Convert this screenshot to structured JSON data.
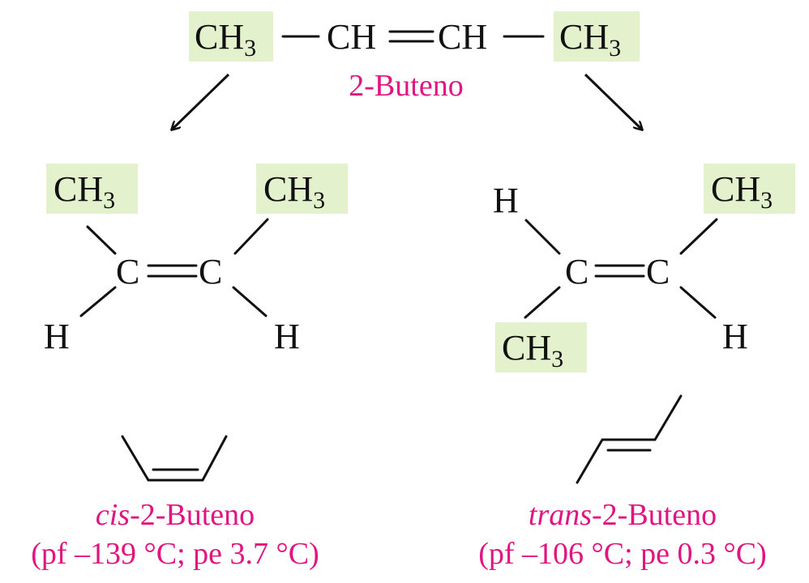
{
  "top": {
    "left_group": {
      "base": "CH",
      "sub": "3"
    },
    "ch1": "CH",
    "ch2": "CH",
    "right_group": {
      "base": "CH",
      "sub": "3"
    },
    "name": "2-Buteno"
  },
  "cis": {
    "upper_left": {
      "base": "CH",
      "sub": "3"
    },
    "upper_right": {
      "base": "CH",
      "sub": "3"
    },
    "c1": "C",
    "c2": "C",
    "lower_left": "H",
    "lower_right": "H",
    "name_prefix": "cis",
    "name_rest": "-2-Buteno",
    "properties": "(pf –139 °C; pe 3.7 °C)"
  },
  "trans": {
    "upper_left": "H",
    "upper_right": {
      "base": "CH",
      "sub": "3"
    },
    "c1": "C",
    "c2": "C",
    "lower_left": {
      "base": "CH",
      "sub": "3"
    },
    "lower_right": "H",
    "name_prefix": "trans",
    "name_rest": "-2-Buteno",
    "properties": "(pf –106 °C;   pe 0.3 °C)"
  },
  "colors": {
    "highlight": "#e3f2cc",
    "name_text": "#e0157f",
    "structure": "#111111"
  }
}
